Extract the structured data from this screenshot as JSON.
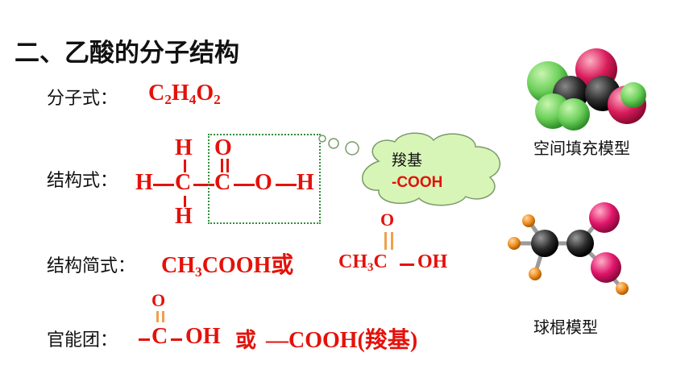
{
  "title": "二、乙酸的分子结构",
  "molecular_formula": {
    "label": "分子式：",
    "c": "C",
    "c_sub": "2",
    "h": "H",
    "h_sub": "4",
    "o": "O",
    "o_sub": "2"
  },
  "structural_formula": {
    "label": "结构式：",
    "h_left": "H",
    "c1": "C",
    "c2": "C",
    "o_mid": "O",
    "h_right": "H",
    "h_top": "H",
    "h_bottom": "H",
    "o_top": "O"
  },
  "cloud": {
    "line1": "羧基",
    "line2": "-COOH"
  },
  "simplified_formula": {
    "label": "结构简式：",
    "formula_pre": "CH",
    "formula_sub": "3",
    "formula_post": "COOH或",
    "alt_pre": "CH",
    "alt_sub": "3",
    "alt_c": "C",
    "alt_oh": "OH",
    "alt_o_top": "O"
  },
  "functional_group": {
    "label": "官能团：",
    "o_top": "O",
    "c": "C",
    "oh": "OH",
    "or_text": "或",
    "cooh": "—COOH(羧基)"
  },
  "captions": {
    "space_filling": "空间填充模型",
    "ball_stick": "球棍模型"
  },
  "colors": {
    "formula_red": "#e3120b",
    "carbon": "#1a1a1a",
    "oxygen": "#d81b5b",
    "hydrogen_fill": "#6cd05a",
    "hydrogen_ball": "#f08c1e",
    "box_green": "#2f8f3a",
    "cloud_fill": "#d8f5b8"
  }
}
